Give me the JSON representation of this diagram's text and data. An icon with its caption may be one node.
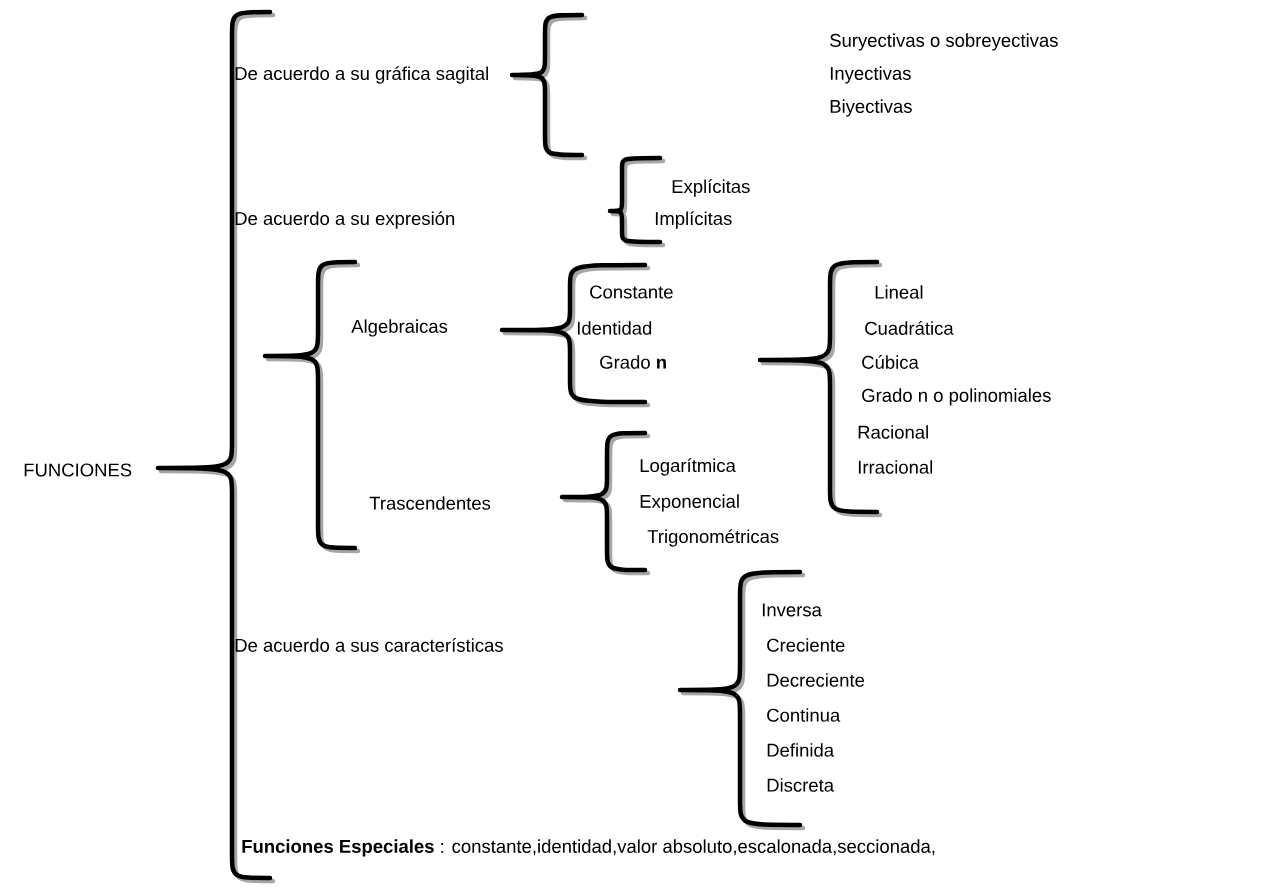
{
  "diagram": {
    "labels": [
      "FUNCIONES",
      "Suryectivas o sobreyectivas",
      "De acuerdo a su gráfica sagital",
      "Inyectivas",
      "Biyectivas",
      "Explícitas",
      "De acuerdo a su expresión",
      "Implícitas",
      "Constante",
      "Lineal",
      "Algebraicas",
      "Identidad",
      "Cuadrática",
      "Grado **n**",
      "Cúbica",
      "Grado n o polinomiales",
      "Racional",
      "Logarítmica",
      "Irracional",
      "Trascendentes",
      "Exponencial",
      "Trigonométricas",
      "Inversa",
      "De acuerdo a sus características",
      "Creciente",
      "Decreciente",
      "Continua",
      "Definida",
      "Discreta",
      "**Funciones Especiales** : constante,identidad,valor absoluto,escalonada,seccionada,"
    ]
  }
}
